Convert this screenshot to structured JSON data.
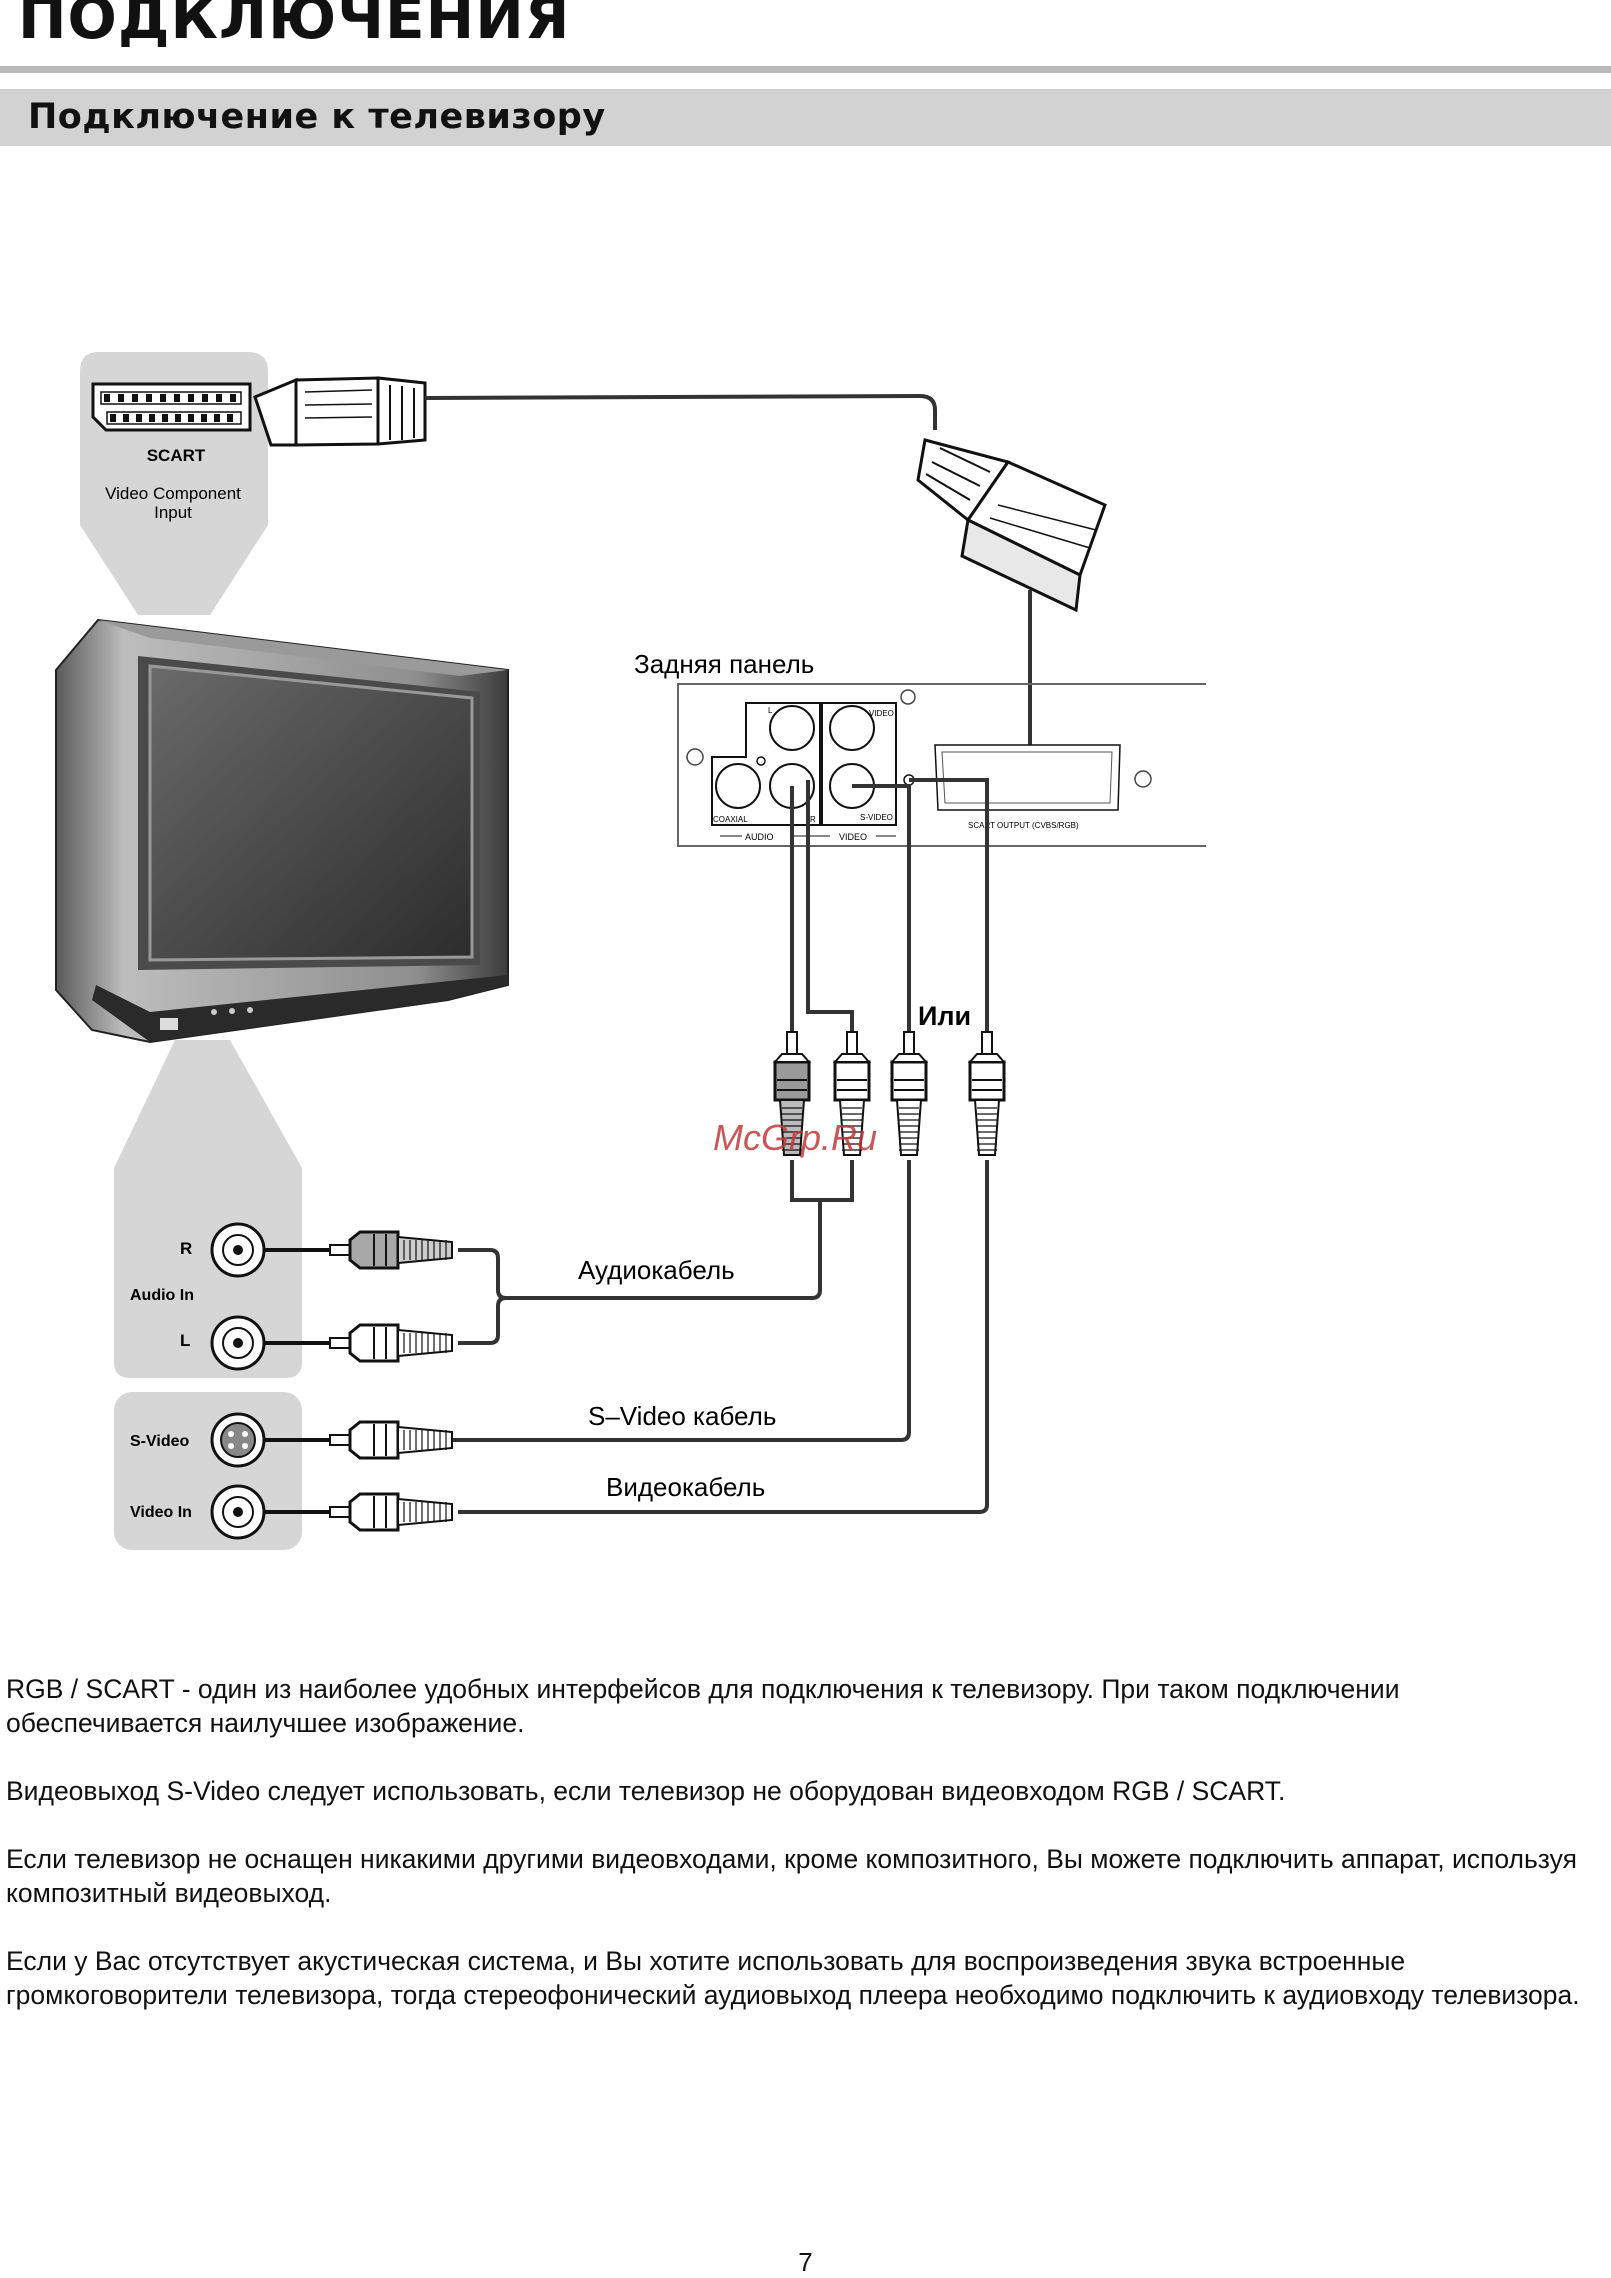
{
  "page": {
    "title": "ПОДКЛЮЧЕНИЯ",
    "section_title": "Подключение к телевизору",
    "page_number": "7"
  },
  "diagram": {
    "scart_label": "SCART",
    "video_component_line1": "Video Component",
    "video_component_line2": "Input",
    "rear_panel_label": "Задняя панель",
    "or_label": "Или",
    "watermark": "McGrp.Ru",
    "panel_video": "VIDEO",
    "panel_l": "L",
    "panel_r": "R",
    "panel_coaxial": "COAXIAL",
    "panel_svideo": "S-VIDEO",
    "panel_audio": "AUDIO",
    "panel_video_group": "VIDEO",
    "panel_scart_output": "SCART OUTPUT (CVBS/RGB)",
    "tv_r": "R",
    "tv_audio_in": "Audio In",
    "tv_l": "L",
    "tv_svideo": "S-Video",
    "tv_video_in": "Video In",
    "audio_cable": "Аудиокабель",
    "svideo_cable": "S–Video кабель",
    "video_cable": "Видеокабель"
  },
  "paragraphs": [
    "RGB / SCART - один из наиболее удобных интерфейсов для подключения к телевизору. При таком подключении обеспечивается наилучшее изображение.",
    "Видеовыход S-Video следует использовать, если телевизор не оборудован видеовходом RGB / SCART.",
    "Если телевизор не оснащен никакими другими видеовходами, кроме композитного, Вы можете подключить аппарат, используя композитный видеовыход.",
    "Если у Вас отсутствует акустическая система, и Вы хотите использовать для воспроизведения звука встроенные громкоговорители телевизора, тогда стереофонический аудиовыход плеера необходимо подключить к аудиовходу телевизора."
  ]
}
